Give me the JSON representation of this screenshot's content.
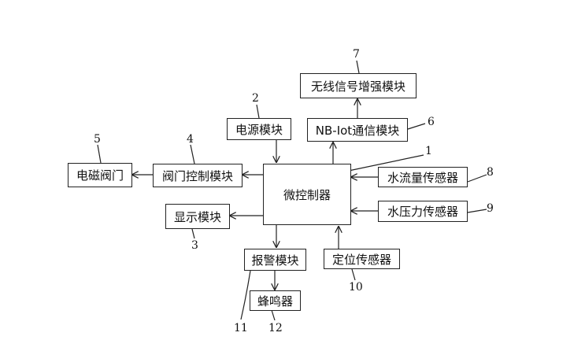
{
  "diagram": {
    "blocks": {
      "mcu": "微控制器",
      "power": "电源模块",
      "nbiot": "NB-Iot通信模块",
      "wireless": "无线信号增强模块",
      "valve_ctrl": "阀门控制模块",
      "solenoid": "电磁阀门",
      "display": "显示模块",
      "alarm": "报警模块",
      "buzzer": "蜂鸣器",
      "position": "定位传感器",
      "flow": "水流量传感器",
      "pressure": "水压力传感器"
    },
    "labels": {
      "mcu": "1",
      "power": "2",
      "display": "3",
      "valve_ctrl": "4",
      "solenoid": "5",
      "nbiot": "6",
      "wireless": "7",
      "flow": "8",
      "pressure": "9",
      "position": "10",
      "alarm": "11",
      "buzzer": "12"
    }
  }
}
